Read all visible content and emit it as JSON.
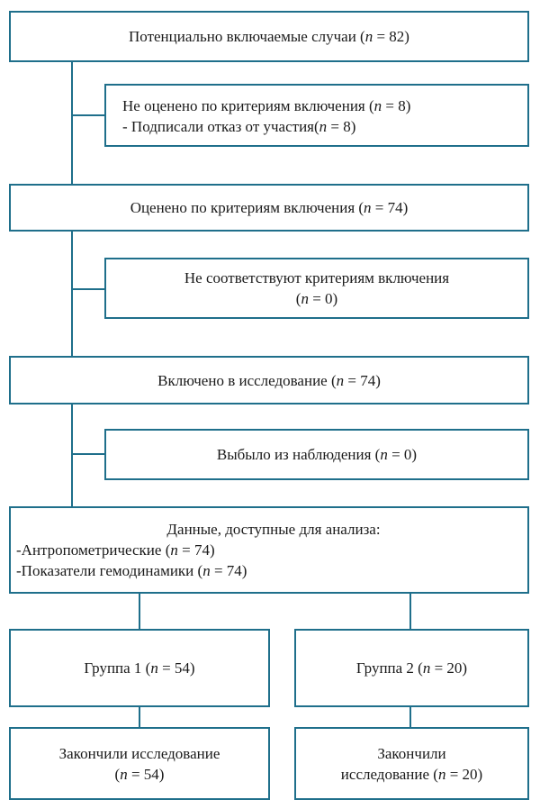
{
  "flow": {
    "screened": {
      "prefix": "Потенциально включаемые случаи (",
      "n": "n",
      "suffix": " = 82)"
    },
    "not_assessed": {
      "line1": {
        "prefix": "Не оценено по критериям включения  (",
        "n": "n",
        "suffix": " = 8)"
      },
      "line2": {
        "prefix": "- Подписали отказ от участия(",
        "n": "n",
        "suffix": " = 8)"
      }
    },
    "assessed": {
      "prefix": "Оценено по критериям включения  (",
      "n": "n",
      "suffix": " = 74)"
    },
    "not_eligible": {
      "line1": "Не соответствуют критериям включения",
      "line2": {
        "prefix": "(",
        "n": "n",
        "suffix": " = 0)"
      }
    },
    "included": {
      "prefix": "Включено в исследование (",
      "n": "n",
      "suffix": " = 74)"
    },
    "dropped": {
      "prefix": "Выбыло из наблюдения  (",
      "n": "n",
      "suffix": " = 0)"
    },
    "available": {
      "title": "Данные, доступные для анализа:",
      "line1": {
        "prefix": "-Антропометрические (",
        "n": "n",
        "suffix": " = 74)"
      },
      "line2": {
        "prefix": "-Показатели гемодинамики  (",
        "n": "n",
        "suffix": " = 74)"
      }
    },
    "group1": {
      "prefix": "Группа 1 (",
      "n": "n",
      "suffix": " = 54)"
    },
    "group2": {
      "prefix": "Группа 2 (",
      "n": "n",
      "suffix": " = 20)"
    },
    "completed1": {
      "line1": "Закончили исследование",
      "line2": {
        "prefix": "(",
        "n": "n",
        "suffix": " = 54)"
      }
    },
    "completed2": {
      "line1": "Закончили",
      "line2": {
        "prefix": "исследование (",
        "n": "n",
        "suffix": " = 20)"
      }
    }
  },
  "colors": {
    "border": "#1f6f8b",
    "text": "#1a1a1a"
  }
}
